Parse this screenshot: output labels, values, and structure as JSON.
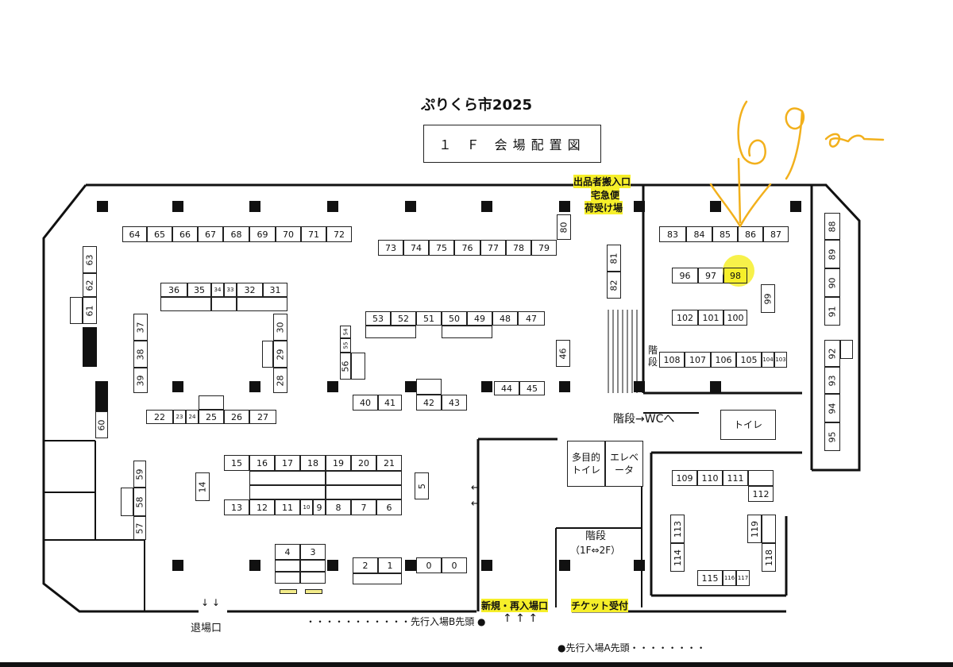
{
  "header": {
    "title": "ぷりくら市2025",
    "subtitle": "１ Ｆ 会場配置図"
  },
  "annotation": {
    "text": "69 on",
    "color": "#f2b01c"
  },
  "highlight_color": "#f6ef2a",
  "booths": {
    "b64": "64",
    "b65": "65",
    "b66": "66",
    "b67": "67",
    "b68": "68",
    "b69": "69",
    "b70": "70",
    "b71": "71",
    "b72": "72",
    "b73": "73",
    "b74": "74",
    "b75": "75",
    "b76": "76",
    "b77": "77",
    "b78": "78",
    "b79": "79",
    "b80": "80",
    "b81": "81",
    "b82": "82",
    "b83": "83",
    "b84": "84",
    "b85": "85",
    "b86": "86",
    "b87": "87",
    "b88": "88",
    "b89": "89",
    "b90": "90",
    "b91": "91",
    "b92": "92",
    "b93": "93",
    "b94": "94",
    "b95": "95",
    "b96": "96",
    "b97": "97",
    "b98": "98",
    "b99": "99",
    "b100": "100",
    "b101": "101",
    "b102": "102",
    "b103": "103",
    "b104": "104",
    "b105": "105",
    "b106": "106",
    "b107": "107",
    "b108": "108",
    "b109": "109",
    "b110": "110",
    "b111": "111",
    "b112": "112",
    "b113": "113",
    "b114": "114",
    "b115": "115",
    "b116": "116",
    "b117": "117",
    "b118": "118",
    "b119": "119",
    "b61": "61",
    "b62": "62",
    "b63": "63",
    "b60": "60",
    "b57": "57",
    "b58": "58",
    "b59": "59",
    "b36": "36",
    "b35": "35",
    "b34": "34",
    "b33": "33",
    "b32": "32",
    "b31": "31",
    "b37": "37",
    "b38": "38",
    "b39": "39",
    "b30": "30",
    "b29": "29",
    "b28": "28",
    "b22": "22",
    "b23": "23",
    "b24": "24",
    "b25": "25",
    "b26": "26",
    "b27": "27",
    "b53": "53",
    "b52": "52",
    "b51": "51",
    "b50": "50",
    "b49": "49",
    "b48": "48",
    "b47": "47",
    "b54": "54",
    "b55": "55",
    "b56": "56",
    "b46": "46",
    "b40": "40",
    "b41": "41",
    "b42": "42",
    "b43": "43",
    "b44": "44",
    "b45": "45",
    "b15": "15",
    "b16": "16",
    "b17": "17",
    "b18": "18",
    "b19": "19",
    "b20": "20",
    "b21": "21",
    "b13": "13",
    "b12": "12",
    "b11": "11",
    "b10": "10",
    "b9": "9",
    "b8": "8",
    "b7": "7",
    "b6": "6",
    "b14": "14",
    "b5": "5",
    "b4": "4",
    "b3": "3",
    "b2": "2",
    "b1": "1",
    "b0a": "0",
    "b0b": "0"
  },
  "facilities": {
    "loading_entrance": "出品者搬入口",
    "delivery": "宅急便",
    "package_reception": "荷受け場",
    "stairs_kanji_1": "階",
    "stairs_kanji_2": "段",
    "stairs_to_wc": "階段→WCへ",
    "toilet": "トイレ",
    "multipurpose_toilet": "多目的トイレ",
    "elevator": "エレベータ",
    "stairs_1f2f_title": "階段",
    "stairs_1f2f_sub": "（1F⇔2F）",
    "new_reentry": "新規・再入場口",
    "ticket": "チケット受付",
    "exit": "退場口",
    "early_b": "・・・・・・・・・・・先行入場B先頭 ●",
    "early_a": "●先行入場A先頭・・・・・・・・",
    "arrows_up": "↑ ↑ ↑",
    "arrows_down": "↓ ↓",
    "arrow_left_1": "←",
    "arrow_left_2": "←"
  }
}
